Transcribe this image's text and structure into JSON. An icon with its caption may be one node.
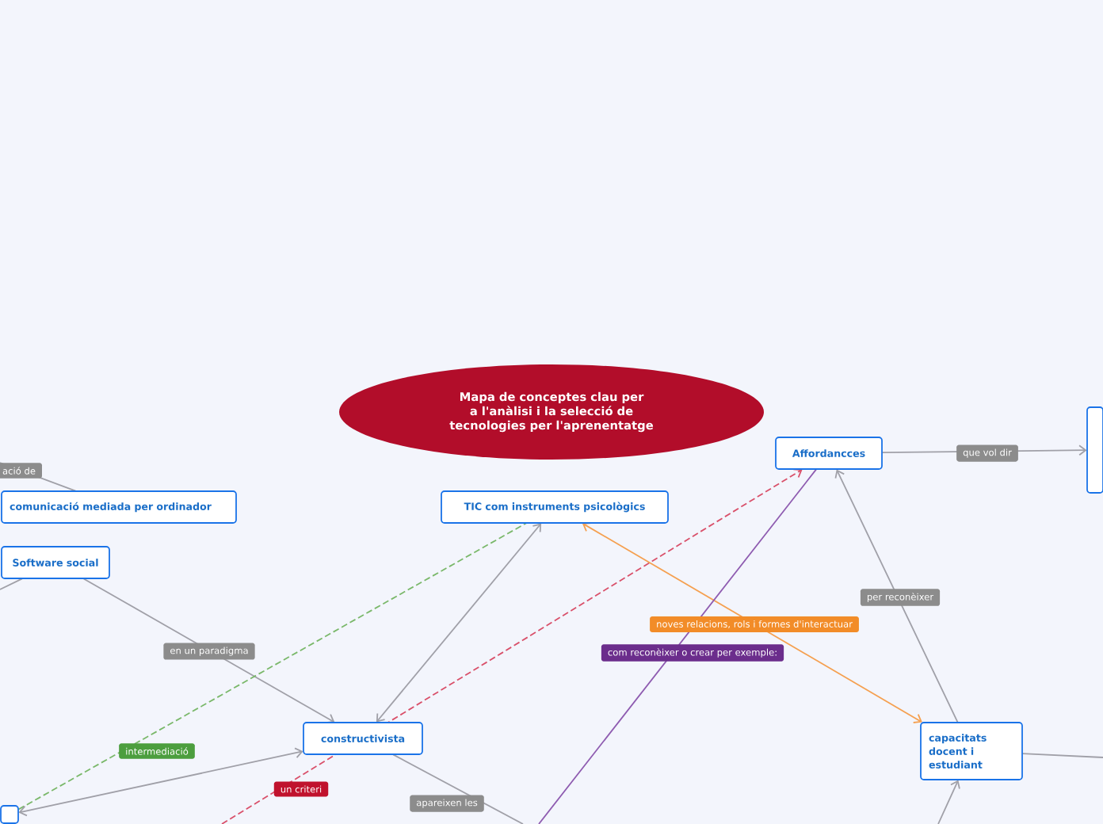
{
  "diagram": {
    "nodes": [
      {
        "text": [
          "Mapa de conceptes clau per a l'anàlisi i la selecció de tecnologies per l'aprenentatge"
        ]
      },
      {
        "text": [
          "Affordancces"
        ]
      },
      {
        "text": [],
        "shape": "box"
      },
      {
        "text": [
          "TIC com instruments psicològics"
        ]
      },
      {
        "text": [
          "comunicació mediada per ordinador"
        ]
      },
      {
        "text": [
          "Software social"
        ]
      },
      {
        "text": [
          "constructivista"
        ]
      },
      {
        "text": [
          "capacitats docent i estudiant"
        ]
      },
      {
        "text": [],
        "shape": "box"
      }
    ],
    "edges": [
      {
        "from": null,
        "to": 4,
        "arrow": "none",
        "label": "ació de"
      },
      {
        "from": 1,
        "to": 2,
        "arrow": "to",
        "label": "que vol dir"
      },
      {
        "from": 5,
        "to": null,
        "arrow": "none"
      },
      {
        "from": 5,
        "to": 6,
        "arrow": "to",
        "label": "en un paradigma"
      },
      {
        "from": 6,
        "to": 3,
        "arrow": "both"
      },
      {
        "from": 8,
        "to": 3,
        "arrow": "none",
        "label": "intermediació",
        "style": "dashed",
        "color": "#7ab86a"
      },
      {
        "from": 6,
        "to": 8,
        "arrow": "both"
      },
      {
        "from": null,
        "to": 1,
        "arrow": "to",
        "label": "un criteri",
        "style": "dashed",
        "color": "#d9506a"
      },
      {
        "from": 3,
        "to": 7,
        "arrow": "both",
        "label": "noves relacions, rols i formes d'interactuar",
        "color": "#f5a050"
      },
      {
        "from": null,
        "to": 1,
        "arrow": "none",
        "label": "com reconèixer o crear per exemple:",
        "color": "#8e5bb0"
      },
      {
        "from": 7,
        "to": 1,
        "arrow": "to",
        "label": "per reconèixer"
      },
      {
        "from": 6,
        "to": null,
        "arrow": "none",
        "label": "apareixen les"
      },
      {
        "from": 7,
        "to": null,
        "arrow": "none"
      },
      {
        "from": null,
        "to": 7,
        "arrow": "to"
      }
    ]
  }
}
